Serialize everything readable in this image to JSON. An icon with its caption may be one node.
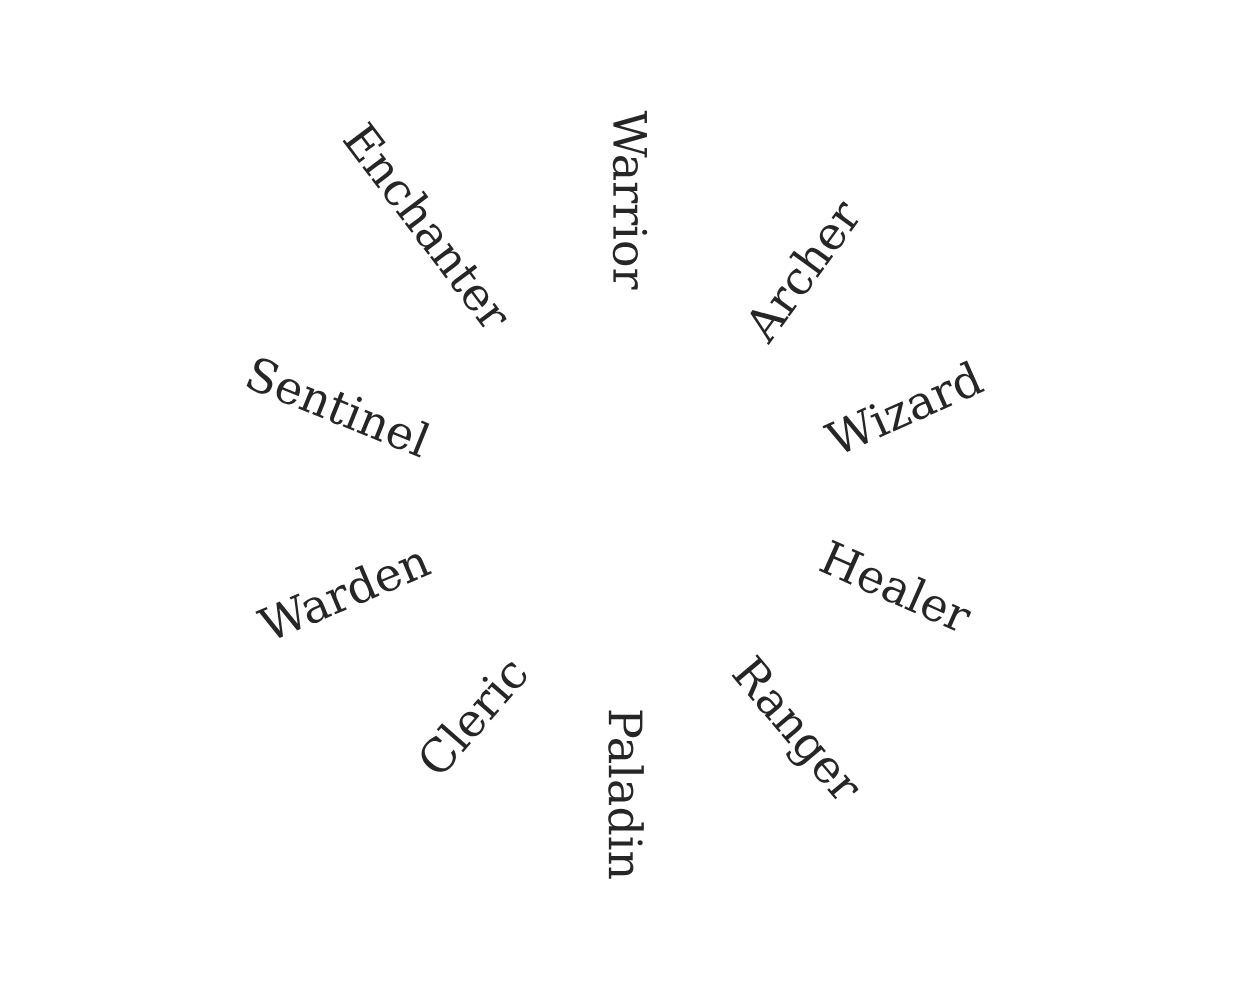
{
  "diagram": {
    "labels": [
      "Warrior",
      "Archer",
      "Wizard",
      "Healer",
      "Ranger",
      "Paladin",
      "Cleric",
      "Warden",
      "Sentinel",
      "Enchanter"
    ]
  }
}
